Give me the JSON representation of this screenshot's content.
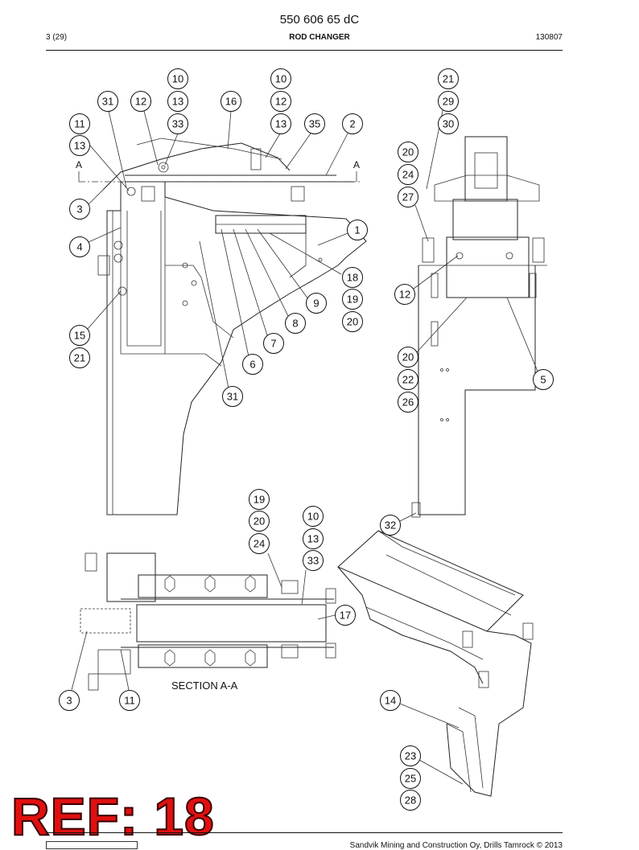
{
  "header": {
    "doc_number": "550 606 65 dC",
    "page": "3 (29)",
    "title": "ROD CHANGER",
    "code": "130807"
  },
  "drawing": {
    "section_marker": "A",
    "section_label": "SECTION A-A"
  },
  "callouts": [
    "10",
    "10",
    "21",
    "31",
    "12",
    "13",
    "16",
    "12",
    "29",
    "11",
    "33",
    "13",
    "35",
    "2",
    "30",
    "13",
    "20",
    "24",
    "27",
    "3",
    "1",
    "4",
    "18",
    "12",
    "19",
    "9",
    "20",
    "8",
    "15",
    "7",
    "21",
    "20",
    "6",
    "22",
    "5",
    "26",
    "31",
    "32",
    "19",
    "20",
    "10",
    "24",
    "13",
    "33",
    "17",
    "3",
    "11",
    "14",
    "23",
    "25",
    "28"
  ],
  "stamp": "REF: 18",
  "footer": {
    "company": "Sandvik Mining and Construction Oy, Drills Tamrock © 2013"
  }
}
